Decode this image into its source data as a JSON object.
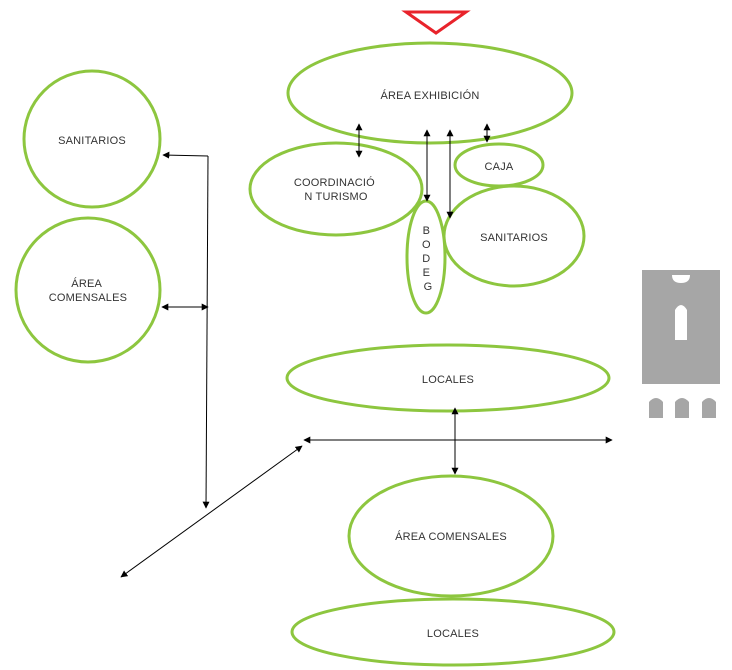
{
  "colors": {
    "node_stroke": "#8dc63f",
    "entrance_marker": "#e8232b",
    "connector": "#000000",
    "logo_gray": "#a6a6a6"
  },
  "icons": {
    "entrance": "triangle-down-icon",
    "logo": "tower-building-icon"
  },
  "nodes": {
    "area_exhibicion": "ÁREA EXHIBICIÓN",
    "sanitarios_left": "SANITARIOS",
    "area_comensales_left": [
      "ÁREA",
      "COMENSALES"
    ],
    "coordinacion_turismo": [
      "COORDINACIÓ",
      "N TURISMO"
    ],
    "caja": "CAJA",
    "bodega": [
      "B",
      "O",
      "D",
      "E",
      "G"
    ],
    "sanitarios_right": "SANITARIOS",
    "locales_top": "LOCALES",
    "area_comensales_center": "ÁREA COMENSALES",
    "locales_bottom": "LOCALES"
  }
}
